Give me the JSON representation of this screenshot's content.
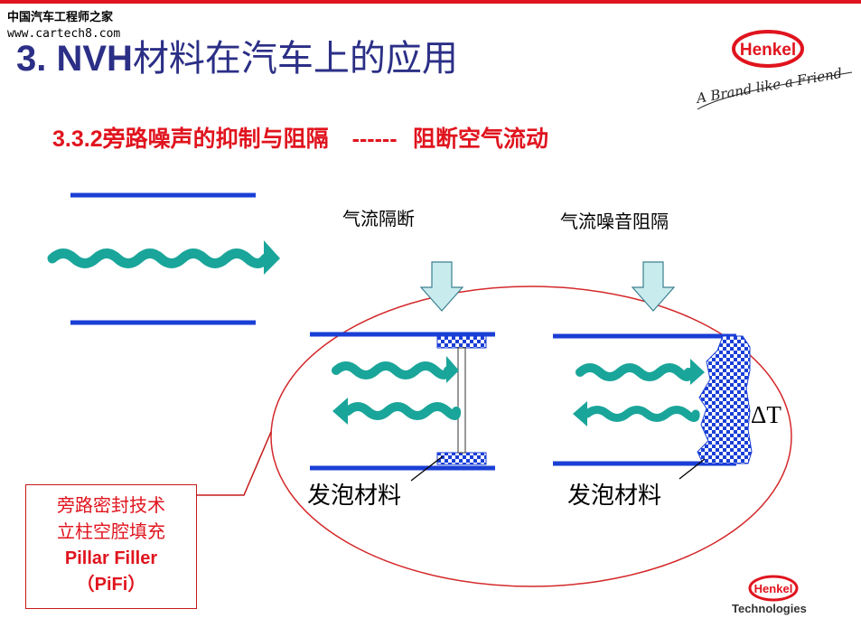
{
  "colors": {
    "title": "#2b2f86",
    "accent_red": "#e0141e",
    "pipe_blue": "#1a3fd6",
    "wave_teal": "#1aa59a",
    "arrow_fill": "#c8ecee",
    "checker_blue": "#1a3fd6"
  },
  "watermark": {
    "line1": "中国汽车工程师之家",
    "line2": "www.cartech8.com"
  },
  "title": {
    "number": "3. NVH",
    "text": "材料在汽车上的应用"
  },
  "subtitle": {
    "code": "3.3.2",
    "topic": "旁路噪声的抑制与阻隔",
    "dashes": "------",
    "detail": "阻断空气流动"
  },
  "labels": {
    "airflow_block": "气流隔断",
    "airflow_noise_block": "气流噪音阻隔",
    "foam_left": "发泡材料",
    "foam_right": "发泡材料",
    "delta": "ΔT"
  },
  "callout": {
    "line1": "旁路密封技术",
    "line2": "立柱空腔填充",
    "line3": "Pillar Filler",
    "line4": "（PiFi）"
  },
  "brand": {
    "logo_text": "Henkel",
    "tagline": "A Brand like a Friend",
    "tech": "Technologies"
  },
  "icons": [
    "henkel-oval-logo",
    "down-arrow-icon",
    "wave-arrow-icon"
  ]
}
